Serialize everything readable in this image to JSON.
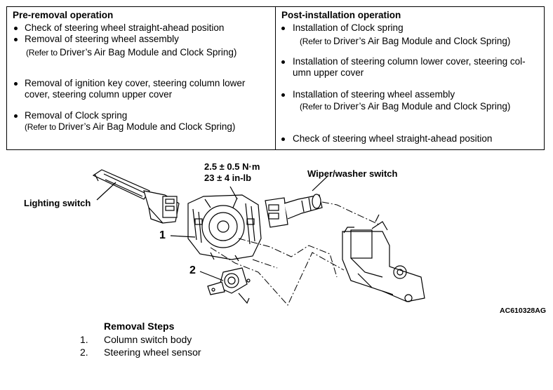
{
  "pre_removal": {
    "title": "Pre-removal operation",
    "items": [
      {
        "text": "Check of steering wheel straight-ahead position"
      },
      {
        "text": "Removal of steering wheel assembly",
        "ref_prefix": "(Refer to ",
        "ref_text": "Driver’s Air Bag Module and Clock Spring)"
      },
      {
        "line1": "Removal of ignition key cover, steering column lower",
        "line2": "cover, steering column upper cover"
      },
      {
        "text": "Removal of Clock spring",
        "ref_prefix": "(Refer to ",
        "ref_text": "Driver’s Air Bag Module and Clock Spring)"
      }
    ]
  },
  "post_installation": {
    "title": "Post-installation operation",
    "items": [
      {
        "text": "Installation of Clock spring",
        "ref_prefix": "(Refer to ",
        "ref_text": "Driver’s Air Bag Module and Clock Spring)"
      },
      {
        "line1": "Installation of steering column lower cover, steering col-",
        "line2": "umn upper cover"
      },
      {
        "text": "Installation of steering wheel assembly",
        "ref_prefix": "(Refer to ",
        "ref_text": "Driver’s Air Bag Module and Clock Spring)"
      },
      {
        "text": "Check of steering wheel straight-ahead position"
      }
    ]
  },
  "diagram": {
    "torque_nm": "2.5 ± 0.5 N·m",
    "torque_inlb": "23 ± 4 in-lb",
    "lighting_switch": "Lighting switch",
    "wiper_switch": "Wiper/washer switch",
    "callout_1": "1",
    "callout_2": "2",
    "figure_id": "AC610328AG"
  },
  "removal_steps": {
    "title": "Removal Steps",
    "steps": [
      {
        "num": "1.",
        "text": "Column switch body"
      },
      {
        "num": "2.",
        "text": "Steering wheel sensor"
      }
    ]
  }
}
